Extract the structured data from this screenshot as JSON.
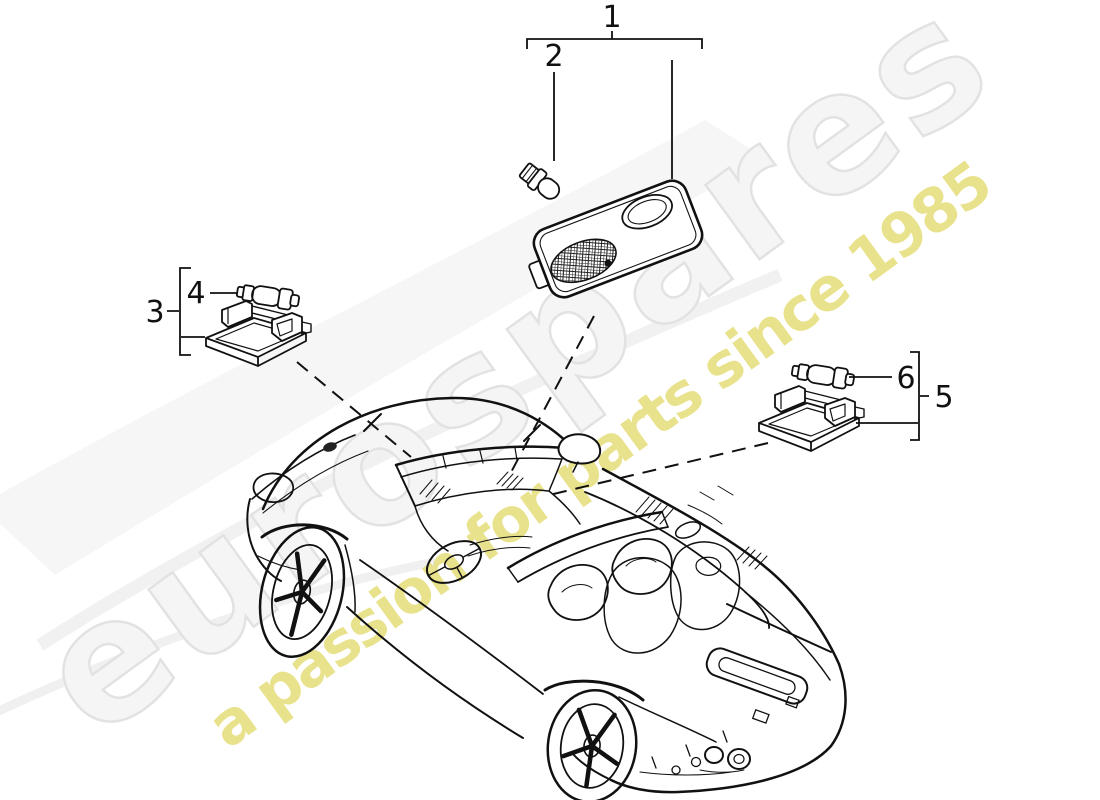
{
  "diagram": {
    "callouts": {
      "c1": "1",
      "c2": "2",
      "c3": "3",
      "c4": "4",
      "c5": "5",
      "c6": "6"
    },
    "watermark": {
      "brand": "eurospares",
      "tagline": "a passion for parts since 1985",
      "brand_fill": "#f5f5f5",
      "brand_outline": "#e2e2e2",
      "tagline_color": "#e3da6e"
    },
    "colors": {
      "background": "#ffffff",
      "line_art": "#111111"
    }
  }
}
